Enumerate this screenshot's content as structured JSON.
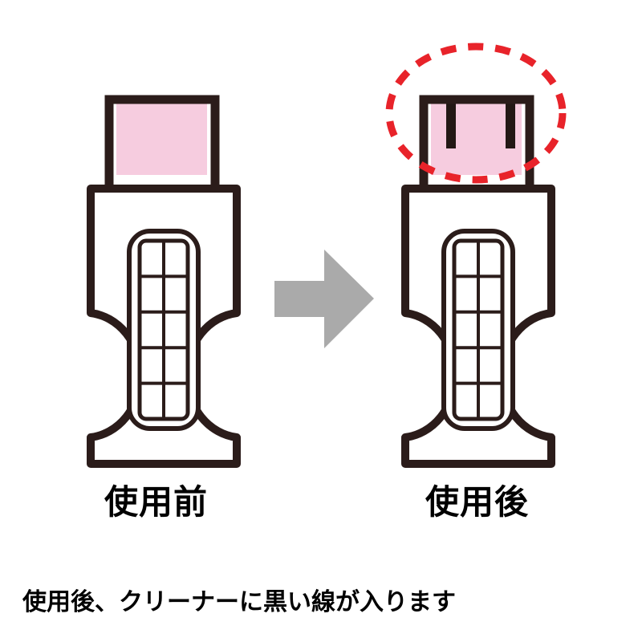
{
  "figure": {
    "title_alt": "USB connector cleaner before and after use illustration",
    "background_color": "#FFFFFF",
    "outline_color": "#2B1C1A",
    "pad_color_before": "#F6CCDF",
    "pad_color_after": "#F6CCDF",
    "dirt_line_color": "#231815",
    "arrow_color": "#AAAAAA",
    "highlight_color": "#E8232A"
  },
  "panels": [
    {
      "id": "before",
      "label": "使用前",
      "pad_has_dirt_lines": false,
      "dirt_line_count": 0,
      "highlighted": false,
      "grid_columns": 2,
      "grid_rows": 5
    },
    {
      "id": "after",
      "label": "使用後",
      "pad_has_dirt_lines": true,
      "dirt_line_count": 2,
      "highlighted": true,
      "grid_columns": 2,
      "grid_rows": 5
    }
  ],
  "arrow": {
    "direction": "right",
    "color": "#AAAAAA"
  },
  "highlight": {
    "shape": "dashed-ellipse",
    "color": "#E8232A"
  },
  "caption": {
    "text": "使用後、クリーナーに黒い線が入ります"
  },
  "labels": {
    "before": "使用前",
    "after": "使用後"
  }
}
